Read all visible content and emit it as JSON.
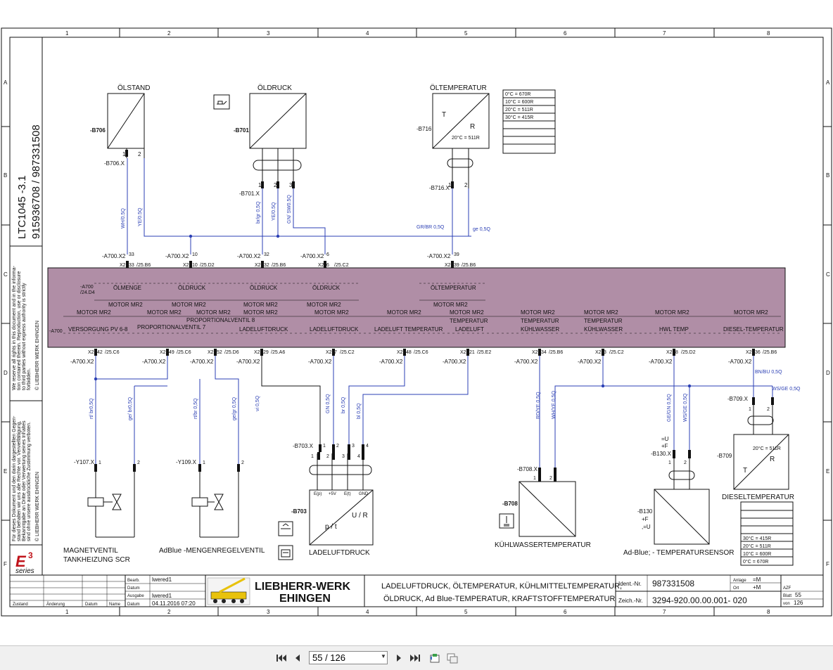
{
  "viewer": {
    "page_indicator": "55 / 126",
    "icons": [
      "first-page-icon",
      "prev-page-icon",
      "next-page-icon",
      "last-page-icon",
      "export-icon",
      "fit-page-icon"
    ]
  },
  "frame": {
    "col_labels": [
      "1",
      "2",
      "3",
      "4",
      "5",
      "6",
      "7",
      "8"
    ],
    "row_labels": [
      "A",
      "B",
      "C",
      "D",
      "E",
      "F"
    ]
  },
  "sidebar": {
    "model": "LTC1045 -3.1",
    "numbers": "915936708  /  987331508",
    "notice_en": [
      "We reserve all rights in this document and in the informa-",
      "tion contained therein. Reproduction, use or disclosure",
      "to third parties without express authority is strictly",
      "forbidden.",
      "© LIEBHERR WERK EHINGEN"
    ],
    "notice_de": [
      "Für dieses Dokument und den darin dargestellten Gegen-",
      "stand behalten wir uns alle Rechte vor. Vervielfältigung,",
      "Bekanntgabe an Dritte oder Verwertung seines Inhaltes",
      "sind ohne unsere ausdrückliche Zustimmung verboten.",
      "© LIEBHERR WERK EHINGEN"
    ],
    "logo_big": "E",
    "logo_sup": "3",
    "logo_series": "series"
  },
  "sensors": {
    "olstand": {
      "title": "ÖLSTAND",
      "tag": "-B706",
      "conn": "-B706.X"
    },
    "oldruck": {
      "title": "ÖLDRUCK",
      "tag": "-B701",
      "conn": "-B701.X"
    },
    "oltemp": {
      "title": "ÖLTEMPERATUR",
      "tag": "-B716",
      "conn": "-B716.X",
      "t": "T",
      "r": "R",
      "note": "20°C = 511R"
    },
    "oltemp_table": [
      "0°C = 670R",
      "10°C = 600R",
      "20°C = 511R",
      "30°C = 415R"
    ],
    "ladeluft": {
      "tag": "-B703",
      "conn": "-B703.X",
      "caption": "LADELUFTDRUCK",
      "pt": "p / t",
      "ur": "U / R",
      "pins": [
        "E(p)",
        "+5V",
        "E(t)",
        "GND"
      ]
    },
    "kuhlwasser": {
      "tag": "-B708",
      "conn": "-B708.X",
      "caption": "KÜHLWASSERTEMPERATUR"
    },
    "adblue": {
      "tag": "-B130",
      "conn": "-B130.X",
      "caption": "Ad-Blue; - TEMPERATURSENSOR",
      "sym_u": "=U",
      "sym_f": "+F",
      "sym_u2": ",=U"
    },
    "diesel": {
      "tag": "-B709",
      "conn": "-B709.X",
      "caption": "DIESELTEMPERATUR",
      "t": "T",
      "r": "R",
      "note": "20°C = 511R"
    },
    "diesel_table": [
      "30°C = 415R",
      "20°C = 511R",
      "10°C = 600R",
      "0°C = 670R"
    ]
  },
  "valves": {
    "y107": {
      "conn": "-Y107.X",
      "caption1": "MAGNETVENTIL",
      "caption2": "TANKHEIZUNG SCR"
    },
    "y109": {
      "conn": "-Y109.X",
      "caption": "AdBlue -MENGENREGELVENTIL"
    }
  },
  "wires_top": {
    "wh": "WH/0.5Q",
    "ye": "YE/0.5Q",
    "brgr": "br/gr 0,5Q",
    "ye2": "YE/0.5Q",
    "gnsw": "GN/ SW0.5Q",
    "grbr": "GR/BR 0,5Q",
    "ge": "ge 0,5Q"
  },
  "wires_bottom": {
    "rtbr": "rt/ br0,5Q",
    "gebr": "ge/ br0,5Q",
    "rtbr2": "rt/br 0,5Q",
    "gegr": "ge/gr 0,5Q",
    "vi": "vi 0,5Q",
    "gn": "GN 0,5Q",
    "br": "br 0,5Q",
    "bl": "bl 0,5Q",
    "rdye": "RD/YE 0,5Q",
    "whye": "WH/YE 0,5Q",
    "gegn": "GE/GN 0,5Q",
    "wsge": "WS/GE 0,5Q",
    "bnbu": "BN/BU 0,5Q",
    "wsge2": "WS/GE 0,5Q"
  },
  "terminals_top": [
    {
      "conn": "-A700.X2",
      "pin": "33",
      "ref": "X2",
      "ref_pin": "33",
      "dest": "/25.B6"
    },
    {
      "conn": "-A700.X2",
      "pin": "10",
      "ref": "X2",
      "ref_pin": "10",
      "dest": "/25.D2"
    },
    {
      "conn": "-A700.X2",
      "pin": "32",
      "ref": "X2",
      "ref_pin": "32",
      "dest": "/25.B6"
    },
    {
      "conn": "-A700.X2",
      "pin": "6",
      "ref": "X2",
      "ref_pin": "6",
      "dest": "/25.C2"
    },
    {
      "conn": "-A700.X2",
      "pin": "39",
      "ref": "X2",
      "ref_pin": "39",
      "dest": "/25.B6"
    }
  ],
  "terminals_bottom": [
    {
      "ref": "X2",
      "pin": "42",
      "dest": "/25.C6",
      "conn": "-A700.X2"
    },
    {
      "ref": "X2",
      "pin": "49",
      "dest": "/25.C6",
      "conn": "-A700.X2"
    },
    {
      "ref": "X2",
      "pin": "52",
      "dest": "/25.D6",
      "conn": "-A700.X2"
    },
    {
      "ref": "X2",
      "pin": "29",
      "dest": "/25.A6",
      "conn": "-A700.X2"
    },
    {
      "ref": "X2",
      "pin": "7",
      "dest": "/25.C2",
      "conn": "-A700.X2"
    },
    {
      "ref": "X2",
      "pin": "48",
      "dest": "/25.C6",
      "conn": "-A700.X2"
    },
    {
      "ref": "X2",
      "pin": "21",
      "dest": "/25.E2",
      "conn": "-A700.X2"
    },
    {
      "ref": "X2",
      "pin": "34",
      "dest": "/25.B6",
      "conn": "-A700.X2"
    },
    {
      "ref": "X2",
      "pin": "3",
      "dest": "/25.C2",
      "conn": "-A700.X2"
    },
    {
      "ref": "X2",
      "pin": "8",
      "dest": "/25.D2",
      "conn": "-A700.X2"
    },
    {
      "ref": "X2",
      "pin": "36",
      "dest": "/25.B6",
      "conn": "-A700.X2"
    }
  ],
  "ecu": {
    "tag": "-A700",
    "ref": "/24.D4",
    "left_tag": "-A700",
    "top_labels": [
      "ÖLMENGE",
      "ÖLDRUCK",
      "ÖLDRUCK",
      "ÖLDRUCK",
      "ÖLTEMPERATUR"
    ],
    "mid_motor": [
      "MOTOR MR2",
      "MOTOR MR2",
      "MOTOR MR2",
      "MOTOR MR2",
      "MOTOR MR2"
    ],
    "bottom_motor": [
      "MOTOR MR2",
      "MOTOR MR2",
      "MOTOR MR2",
      "MOTOR MR2",
      "MOTOR MR2",
      "MOTOR MR2",
      "MOTOR MR2",
      "MOTOR MR2",
      "MOTOR MR2",
      "MOTOR MR2",
      "MOTOR MR2"
    ],
    "prop8": "PROPORTIONALVENTIL 8",
    "temp1": "TEMPERATUR",
    "temp2": "TEMPERATUR",
    "temp3": "TEMPERATUR",
    "bottom_labels": [
      "VERSORGUNG PV 6-8",
      "PROPORTIONALVENTIL 7",
      "LADELUFTDRUCK",
      "LADELUFTDRUCK",
      "LADELUFT TEMPERATUR",
      "LADELUFT",
      "KÜHLWASSER",
      "KÜHLWASSER",
      "HWL TEMP",
      "DIESEL-TEMPERATUR"
    ]
  },
  "titleblock": {
    "rows_left": [
      "Zustand",
      "Änderung",
      "Datum",
      "Name"
    ],
    "bearb_label": "Bearb.",
    "bearb": "lwered1",
    "datum_label": "Datum",
    "datum_top": "",
    "ausgabe_label": "Ausgabe",
    "ausgabe": "lwered1",
    "datum_label2": "Datum",
    "datum": "04.11.2016  07:20",
    "company1": "LIEBHERR-WERK",
    "company2": "EHINGEN",
    "desc1": "LADELUFTDRUCK, ÖLTEMPERATUR, KÜHLMITTELTEMPERATUR,",
    "desc2": "ÖLDRUCK, Ad Blue-TEMPERATUR,  KRAFTSTOFFTEMPERATUR",
    "ident_label": "Ident.-Nr.",
    "ident": "987331508",
    "zeich_label": "Zeich.-Nr.",
    "zeich": "3294-920.00.00.001- 020",
    "anlage_label": "Anlage",
    "anlage": "=M",
    "ort_label": "Ort",
    "ort": "+M",
    "azf_label": "AZF",
    "blatt_label": "Blatt",
    "blatt": "55",
    "von_label": "von",
    "von": "126"
  }
}
